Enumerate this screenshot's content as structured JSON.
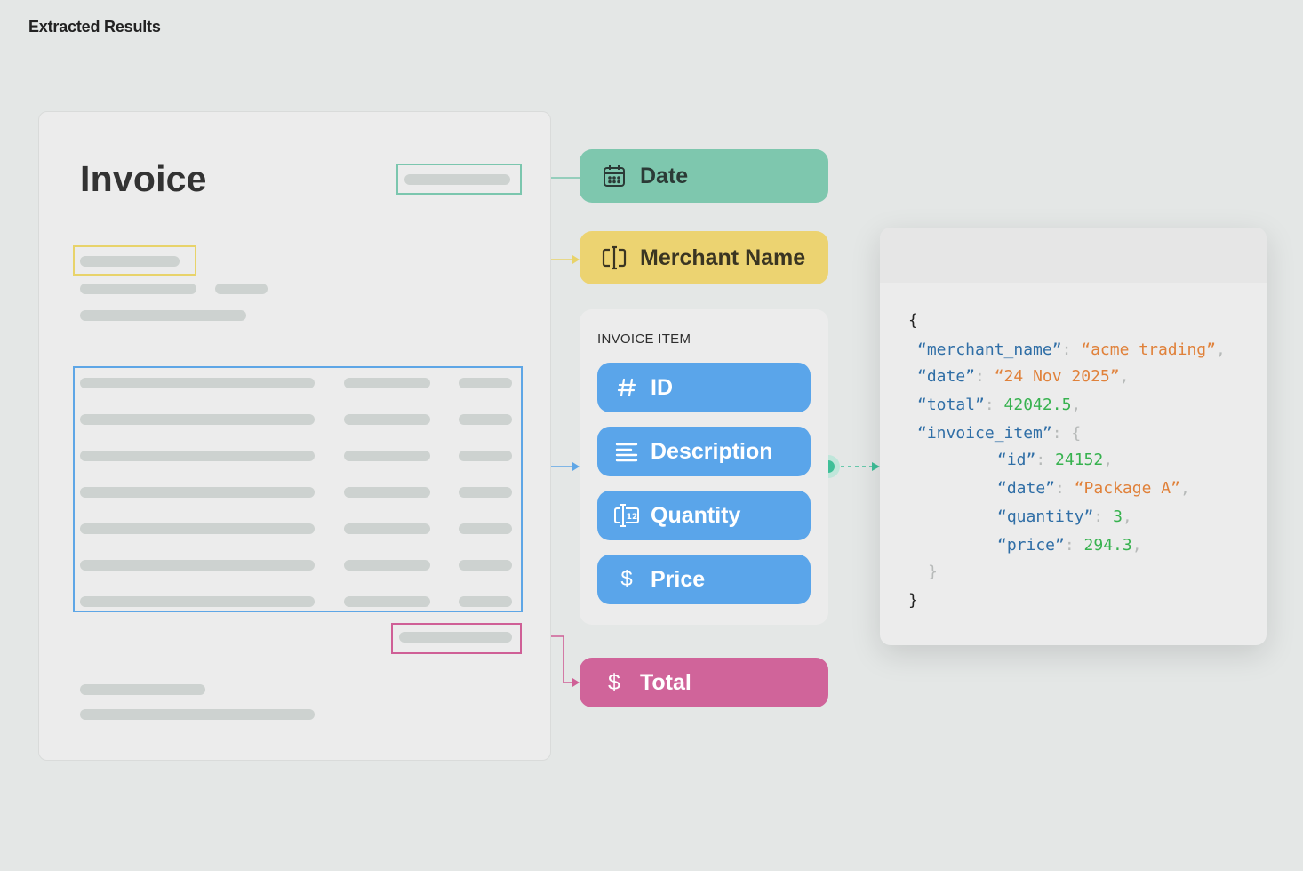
{
  "invoice": {
    "title": "Invoice"
  },
  "fields": {
    "date": {
      "label": "Date",
      "color": "#7ec7ae",
      "icon": "calendar-icon"
    },
    "merchant_name": {
      "label": "Merchant Name",
      "color": "#ecd371",
      "icon": "text-cursor-icon"
    },
    "total": {
      "label": "Total",
      "color": "#d0649a",
      "icon": "dollar-icon"
    },
    "invoice_item": {
      "label": "INVOICE ITEM",
      "color": "#5aa5ea",
      "items": [
        {
          "label": "ID",
          "icon": "hash-icon"
        },
        {
          "label": "Description",
          "icon": "text-lines-icon"
        },
        {
          "label": "Quantity",
          "icon": "number-field-icon"
        },
        {
          "label": "Price",
          "icon": "dollar-icon"
        }
      ]
    }
  },
  "results": {
    "title": "Extracted Results",
    "open_brace": "{",
    "close_brace": "}",
    "merchant_name_key": "“merchant_name”",
    "merchant_name_value": "“acme trading”",
    "date_key": "“date”",
    "date_value": "“24 Nov 2025”",
    "total_key": "“total”",
    "total_value": "42042.5",
    "invoice_item_key": "“invoice_item”",
    "item_open": "{",
    "item_close": "}",
    "item_id_key": "“id”",
    "item_id_value": "24152",
    "item_date_key": "“date”",
    "item_date_value": "“Package A”",
    "item_quantity_key": "“quantity”",
    "item_quantity_value": "3",
    "item_price_key": "“price”",
    "item_price_value": "294.3"
  }
}
